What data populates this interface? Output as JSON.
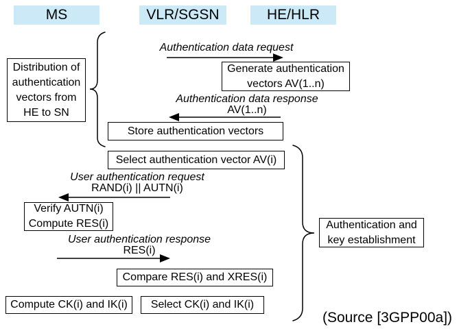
{
  "entities": {
    "ms": "MS",
    "vlr_sgsn": "VLR/SGSN",
    "he_hlr": "HE/HLR"
  },
  "messages": {
    "auth_data_request": {
      "title": "Authentication data request"
    },
    "auth_data_response": {
      "title": "Authentication data response",
      "param": "AV(1..n)"
    },
    "user_auth_request": {
      "title": "User authentication request",
      "param": "RAND(i) || AUTN(i)"
    },
    "user_auth_response": {
      "title": "User authentication response",
      "param": "RES(i)"
    }
  },
  "actions": {
    "generate": {
      "line1": "Generate authentication",
      "line2": "vectors AV(1..n)"
    },
    "store": {
      "label": "Store authentication vectors"
    },
    "select_av": {
      "label": "Select authentication vector AV(i)"
    },
    "verify": {
      "line1": "Verify AUTN(i)",
      "line2": "Compute RES(i)"
    },
    "compare": {
      "label": "Compare RES(i) and XRES(i)"
    },
    "compute_ck": {
      "label": "Compute CK(i) and IK(i)"
    },
    "select_ck": {
      "label": "Select CK(i) and IK(i)"
    }
  },
  "annotations": {
    "phase1": {
      "line1": "Distribution of",
      "line2": "authentication",
      "line3": "vectors from",
      "line4": "HE to SN"
    },
    "phase2": {
      "line1": "Authentication and",
      "line2": "key establishment"
    },
    "source": "(Source [3GPP00a])"
  },
  "colors": {
    "entity_bg": "#cce9f7",
    "line": "#000000",
    "box_bg": "#ffffff",
    "text": "#000000"
  }
}
